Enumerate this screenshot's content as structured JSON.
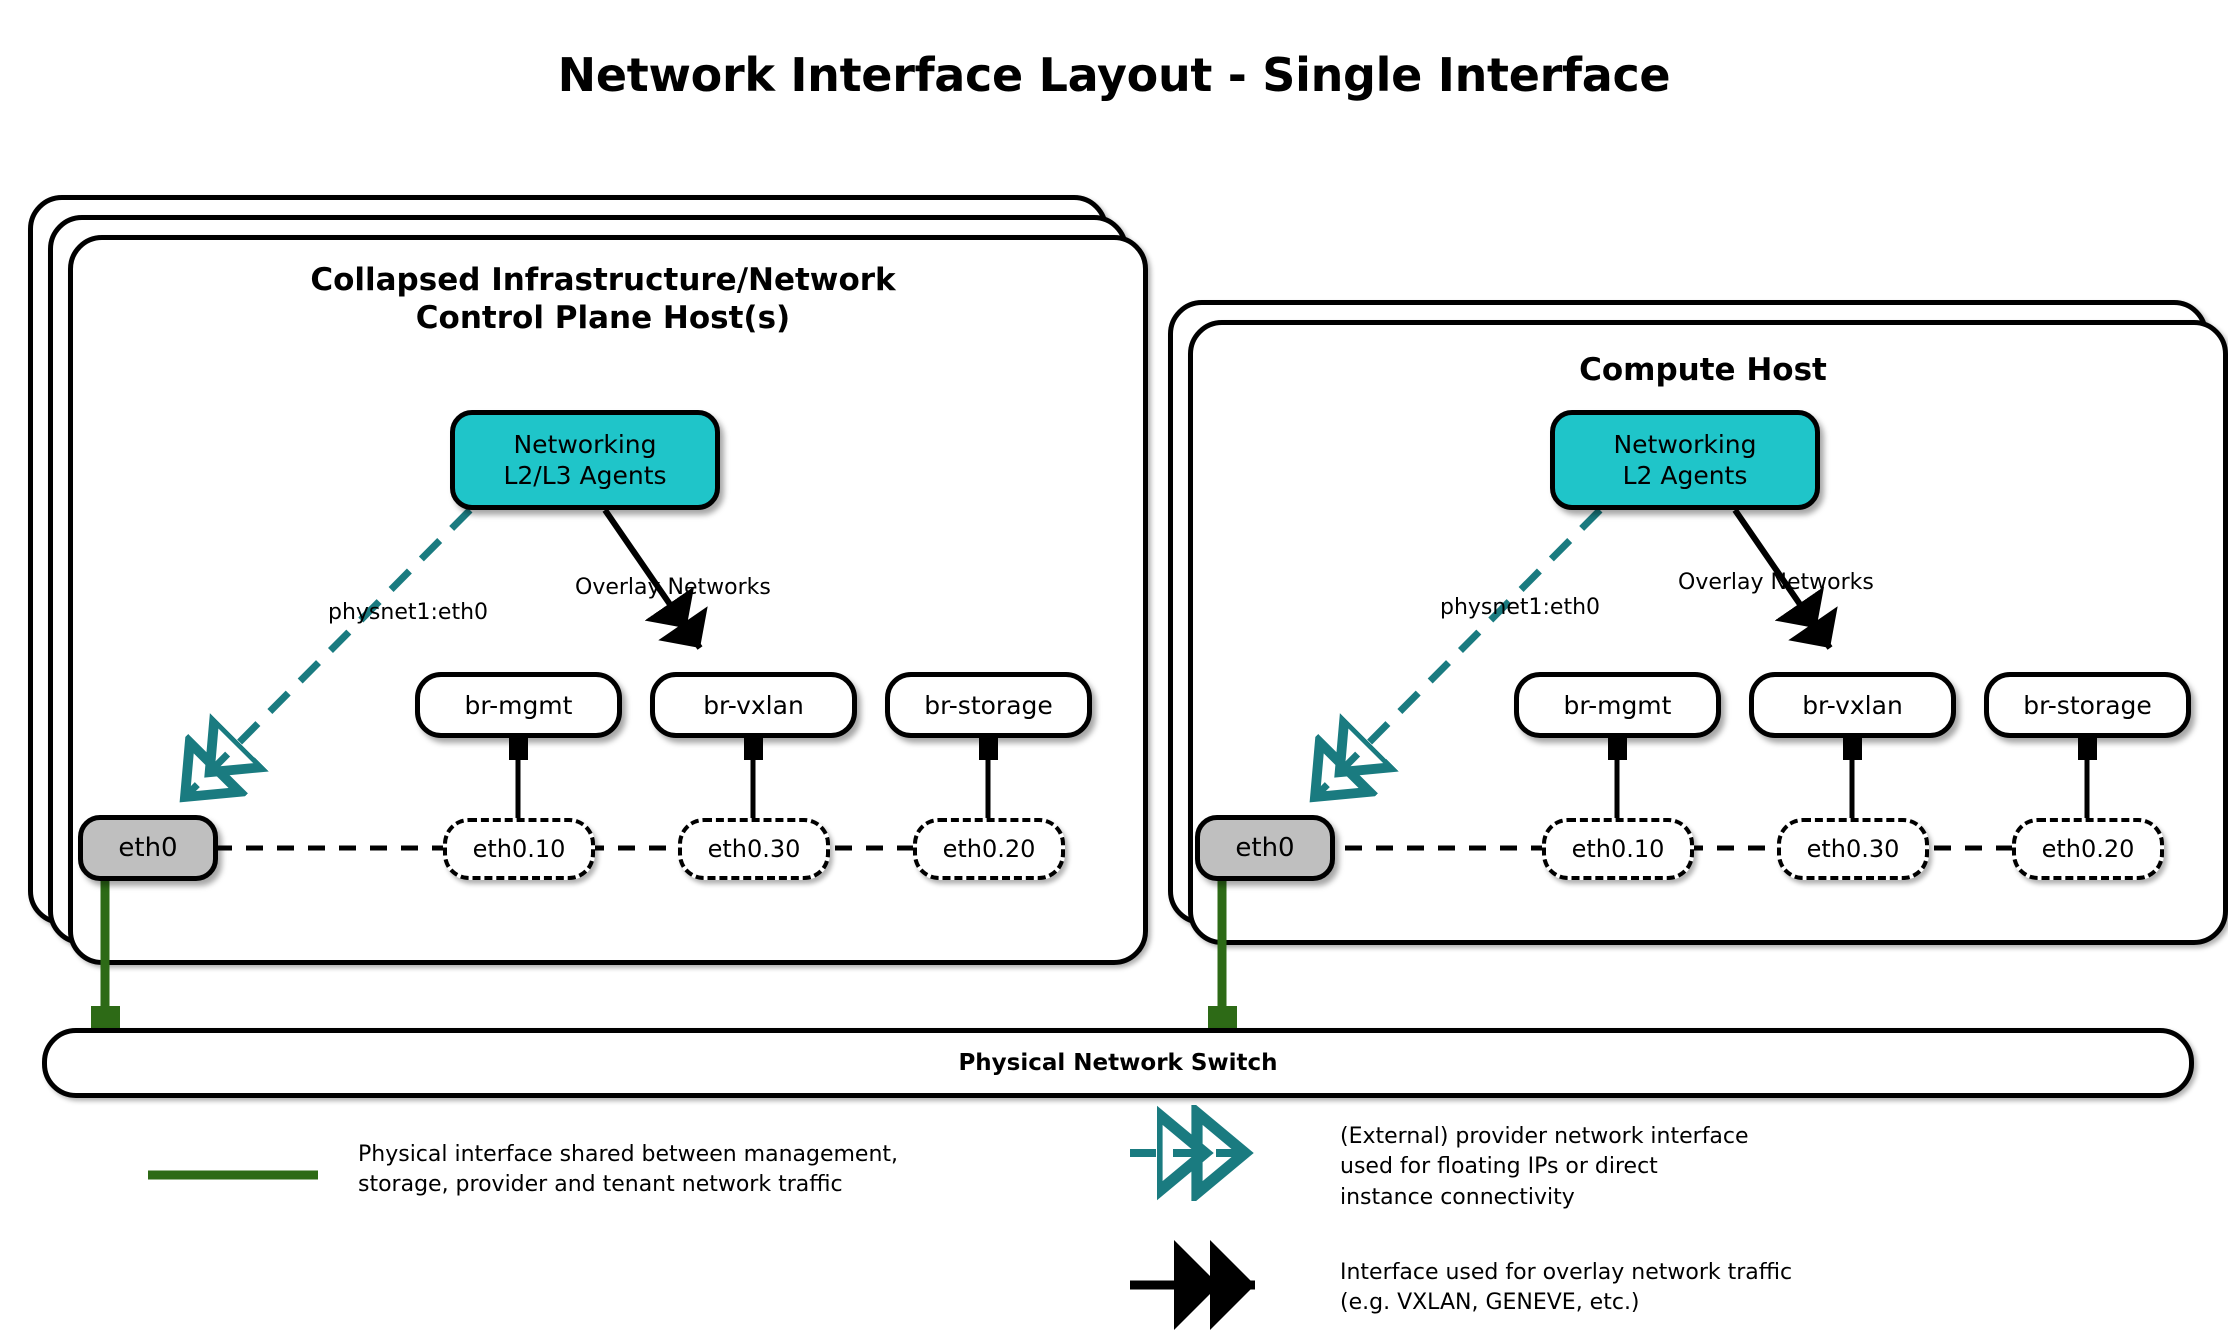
{
  "title": "Network Interface Layout - Single Interface",
  "colors": {
    "agent_fill": "#1FC5C9",
    "eth0_fill": "#BFBFBF",
    "physical_link": "#2D6A16",
    "provider_link": "#1A7B80",
    "overlay_link": "#000000"
  },
  "hosts": [
    {
      "id": "control-plane-host",
      "title": "Collapsed Infrastructure/Network\nControl Plane Host(s)",
      "title_line1": "Collapsed Infrastructure/Network",
      "title_line2": "Control Plane Host(s)",
      "stack_layers": 3,
      "agent": {
        "line1": "Networking",
        "line2": "L2/L3 Agents"
      },
      "provider_label": "physnet1:eth0",
      "overlay_label": "Overlay Networks",
      "physical_nic": "eth0",
      "bridges": [
        {
          "bridge": "br-mgmt",
          "vlan": "eth0.10"
        },
        {
          "bridge": "br-vxlan",
          "vlan": "eth0.30"
        },
        {
          "bridge": "br-storage",
          "vlan": "eth0.20"
        }
      ]
    },
    {
      "id": "compute-host",
      "title": "Compute Host",
      "title_line1": "Compute Host",
      "title_line2": "",
      "stack_layers": 2,
      "agent": {
        "line1": "Networking",
        "line2": "L2 Agents"
      },
      "provider_label": "physnet1:eth0",
      "overlay_label": "Overlay Networks",
      "physical_nic": "eth0",
      "bridges": [
        {
          "bridge": "br-mgmt",
          "vlan": "eth0.10"
        },
        {
          "bridge": "br-vxlan",
          "vlan": "eth0.30"
        },
        {
          "bridge": "br-storage",
          "vlan": "eth0.20"
        }
      ]
    }
  ],
  "switch": {
    "label": "Physical Network Switch"
  },
  "legend": [
    {
      "id": "physical-interface",
      "style": "solid-green-line",
      "text": "Physical interface shared between management,\nstorage, provider and tenant network traffic"
    },
    {
      "id": "provider-interface",
      "style": "dashed-teal-arrow",
      "text": "(External) provider network interface\nused for floating IPs or direct\ninstance connectivity"
    },
    {
      "id": "overlay-interface",
      "style": "solid-black-arrow",
      "text": "Interface used for overlay network traffic\n(e.g. VXLAN, GENEVE, etc.)"
    }
  ]
}
